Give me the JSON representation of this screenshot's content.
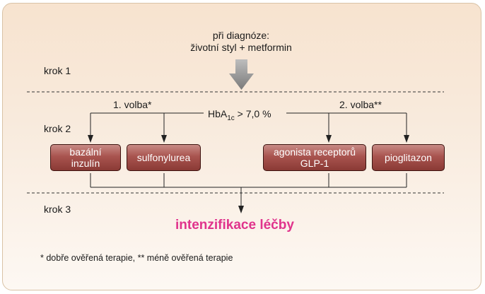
{
  "start": {
    "line1": "při diagnóze:",
    "line2": "životní styl + metformin"
  },
  "steps": {
    "s1": "krok 1",
    "s2": "krok 2",
    "s3": "krok 3"
  },
  "choices": {
    "first": "1. volba*",
    "second": "2. volba**"
  },
  "criterion": {
    "prefix": "HbA",
    "subscript": "1c",
    "suffix": " > 7,0 %"
  },
  "boxes": {
    "basal_line1": "bazální",
    "basal_line2": "inzulín",
    "sulfonylurea": "sulfonylurea",
    "glp_line1": "agonista receptorů",
    "glp_line2": "GLP-1",
    "pioglitazone": "pioglitazon"
  },
  "result": "intenzifikace léčby",
  "footnote": "* dobře ověřená terapie, ** méně ověřená terapie",
  "colors": {
    "box_top": "#c88b86",
    "box_bottom": "#8a3a35",
    "highlight": "#e0338c",
    "panel": "#f7e3cf"
  }
}
